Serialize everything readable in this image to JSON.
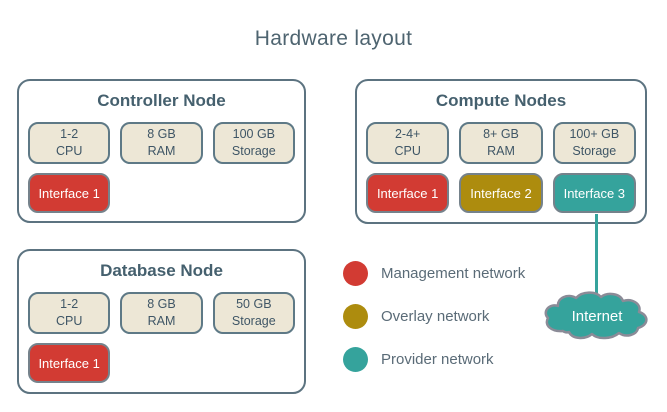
{
  "title": "Hardware layout",
  "colors": {
    "management_network": "#d23b33",
    "overlay_network": "#ad8c0e",
    "provider_network": "#35a39c",
    "node_border": "#5c7380",
    "spec_box_bg": "#ede7d6",
    "slate_text": "#45606e"
  },
  "nodes": [
    {
      "title": "Controller Node",
      "specs": [
        {
          "line1": "1-2",
          "line2": "CPU"
        },
        {
          "line1": "8 GB",
          "line2": "RAM"
        },
        {
          "line1": "100 GB",
          "line2": "Storage"
        }
      ],
      "interfaces": [
        {
          "label": "Interface 1",
          "network": "management",
          "color": "#d23b33"
        }
      ]
    },
    {
      "title": "Compute Nodes",
      "specs": [
        {
          "line1": "2-4+",
          "line2": "CPU"
        },
        {
          "line1": "8+ GB",
          "line2": "RAM"
        },
        {
          "line1": "100+ GB",
          "line2": "Storage"
        }
      ],
      "interfaces": [
        {
          "label": "Interface 1",
          "network": "management",
          "color": "#d23b33"
        },
        {
          "label": "Interface 2",
          "network": "overlay",
          "color": "#ad8c0e"
        },
        {
          "label": "Interface 3",
          "network": "provider",
          "color": "#35a39c"
        }
      ]
    },
    {
      "title": "Database Node",
      "specs": [
        {
          "line1": "1-2",
          "line2": "CPU"
        },
        {
          "line1": "8 GB",
          "line2": "RAM"
        },
        {
          "line1": "50 GB",
          "line2": "Storage"
        }
      ],
      "interfaces": [
        {
          "label": "Interface 1",
          "network": "management",
          "color": "#d23b33"
        }
      ]
    }
  ],
  "legend": [
    {
      "label": "Management network",
      "color": "#d23b33"
    },
    {
      "label": "Overlay network",
      "color": "#ad8c0e"
    },
    {
      "label": "Provider network",
      "color": "#35a39c"
    }
  ],
  "cloud": {
    "label": "Internet"
  }
}
